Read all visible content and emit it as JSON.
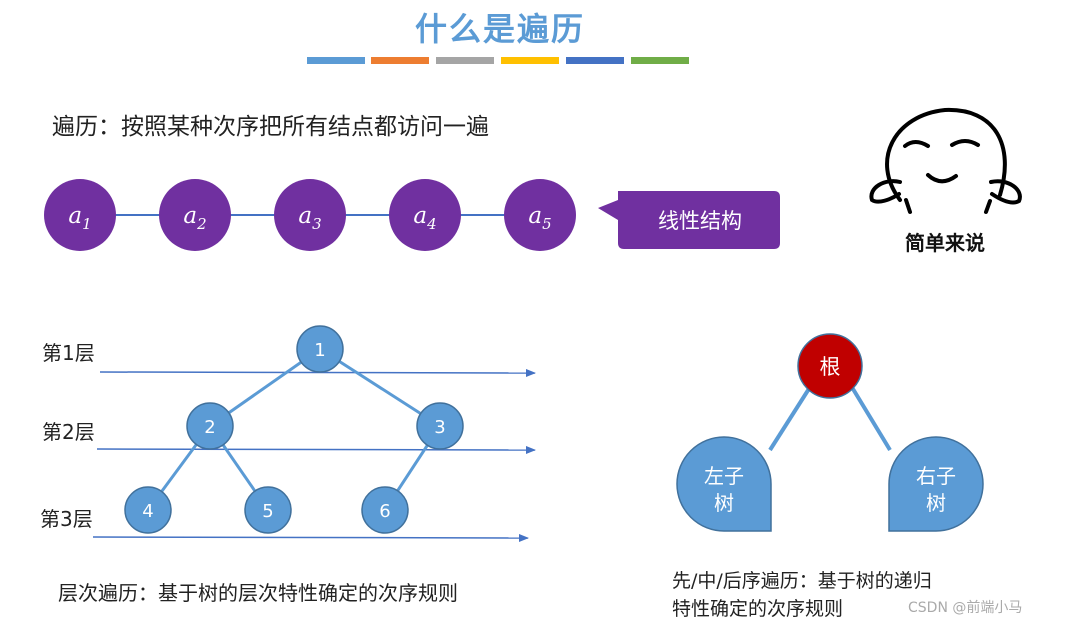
{
  "title": "什么是遍历",
  "colors": {
    "title": "#5b9bd5",
    "stripes": [
      "#5b9bd5",
      "#ed7d31",
      "#a5a5a5",
      "#ffc000",
      "#4472c4",
      "#70ad47"
    ],
    "linear_node": "#7030a0",
    "tree_node": "#5b9bd5",
    "root_node": "#c00000"
  },
  "definition": "遍历：按照某种次序把所有结点都访问一遍",
  "linear": {
    "nodes": [
      {
        "base": "a",
        "sub": "1"
      },
      {
        "base": "a",
        "sub": "2"
      },
      {
        "base": "a",
        "sub": "3"
      },
      {
        "base": "a",
        "sub": "4"
      },
      {
        "base": "a",
        "sub": "5"
      }
    ],
    "callout": "线性结构"
  },
  "meme": {
    "caption": "简单来说",
    "icon": "thinking-face-icon"
  },
  "tree": {
    "levels": [
      "第1层",
      "第2层",
      "第3层"
    ],
    "nodes": [
      "1",
      "2",
      "3",
      "4",
      "5",
      "6"
    ]
  },
  "level_caption": "层次遍历：基于树的层次特性确定的次序规则",
  "recursive": {
    "root": "根",
    "left": [
      "左子",
      "树"
    ],
    "right": [
      "右子",
      "树"
    ],
    "caption_line1": "先/中/后序遍历：基于树的递归",
    "caption_line2": "特性确定的次序规则"
  },
  "watermark": "CSDN @前端小马"
}
